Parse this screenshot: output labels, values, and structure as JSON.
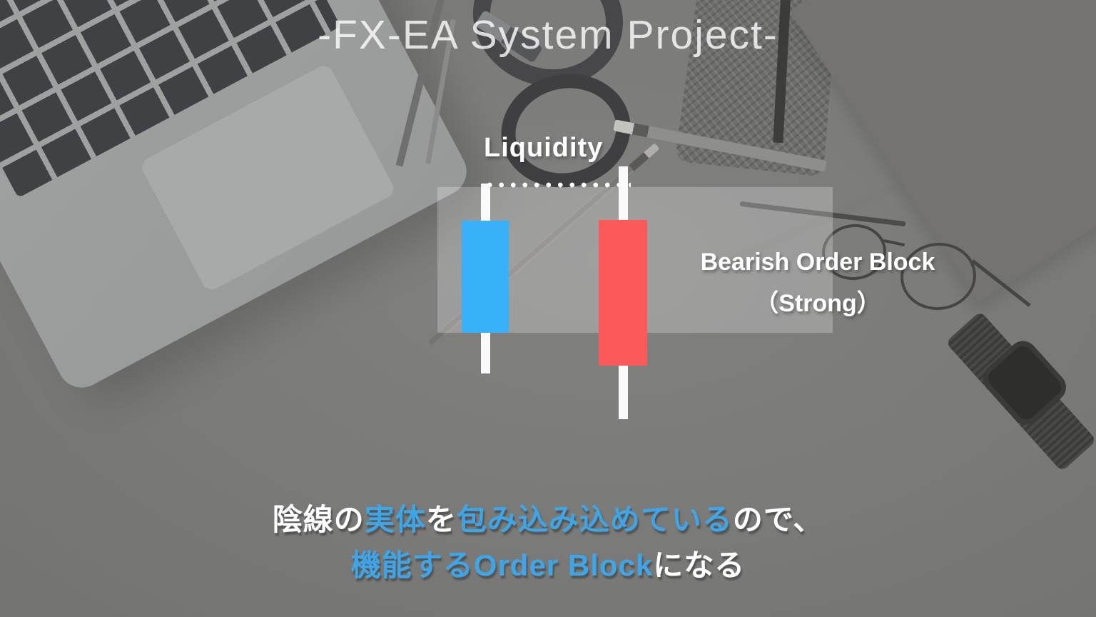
{
  "colors": {
    "candle-blue": "#38b1fb",
    "candle-red": "#fc5a5a",
    "wick-white": "#fafafa",
    "accent-blue": "#3fa5e6",
    "zone-fill": "rgba(255,255,255,0.24)",
    "title-color": "rgba(255,255,255,0.80)"
  },
  "header": {
    "title": "-FX-EA System Project-"
  },
  "diagram": {
    "liquidity_label": "Liquidity",
    "block_label_line1": "Bearish Order Block",
    "block_label_line2": "（Strong）",
    "zone": {
      "meaning": "bearish order block zone",
      "fill": "rgba(255,255,255,0.24)"
    },
    "candles": [
      {
        "name": "engulfed bullish candle",
        "direction": "bullish",
        "body_color": "#38b1fb",
        "wick_color": "#fafafa"
      },
      {
        "name": "engulfing bearish candle",
        "direction": "bearish",
        "body_color": "#fc5a5a",
        "wick_color": "#fafafa"
      }
    ],
    "liquidity_line_style": "white dotted, from bullish candle high to bearish candle wick"
  },
  "caption": {
    "line1": [
      {
        "text": "陰線の",
        "accent": false
      },
      {
        "text": "実体",
        "accent": true
      },
      {
        "text": "を",
        "accent": false
      },
      {
        "text": "包み込み込めている",
        "accent": true
      },
      {
        "text": "ので、",
        "accent": false
      }
    ],
    "line2": [
      {
        "text": "機能するOrder Block",
        "accent": true
      },
      {
        "text": "になる",
        "accent": false
      }
    ]
  }
}
